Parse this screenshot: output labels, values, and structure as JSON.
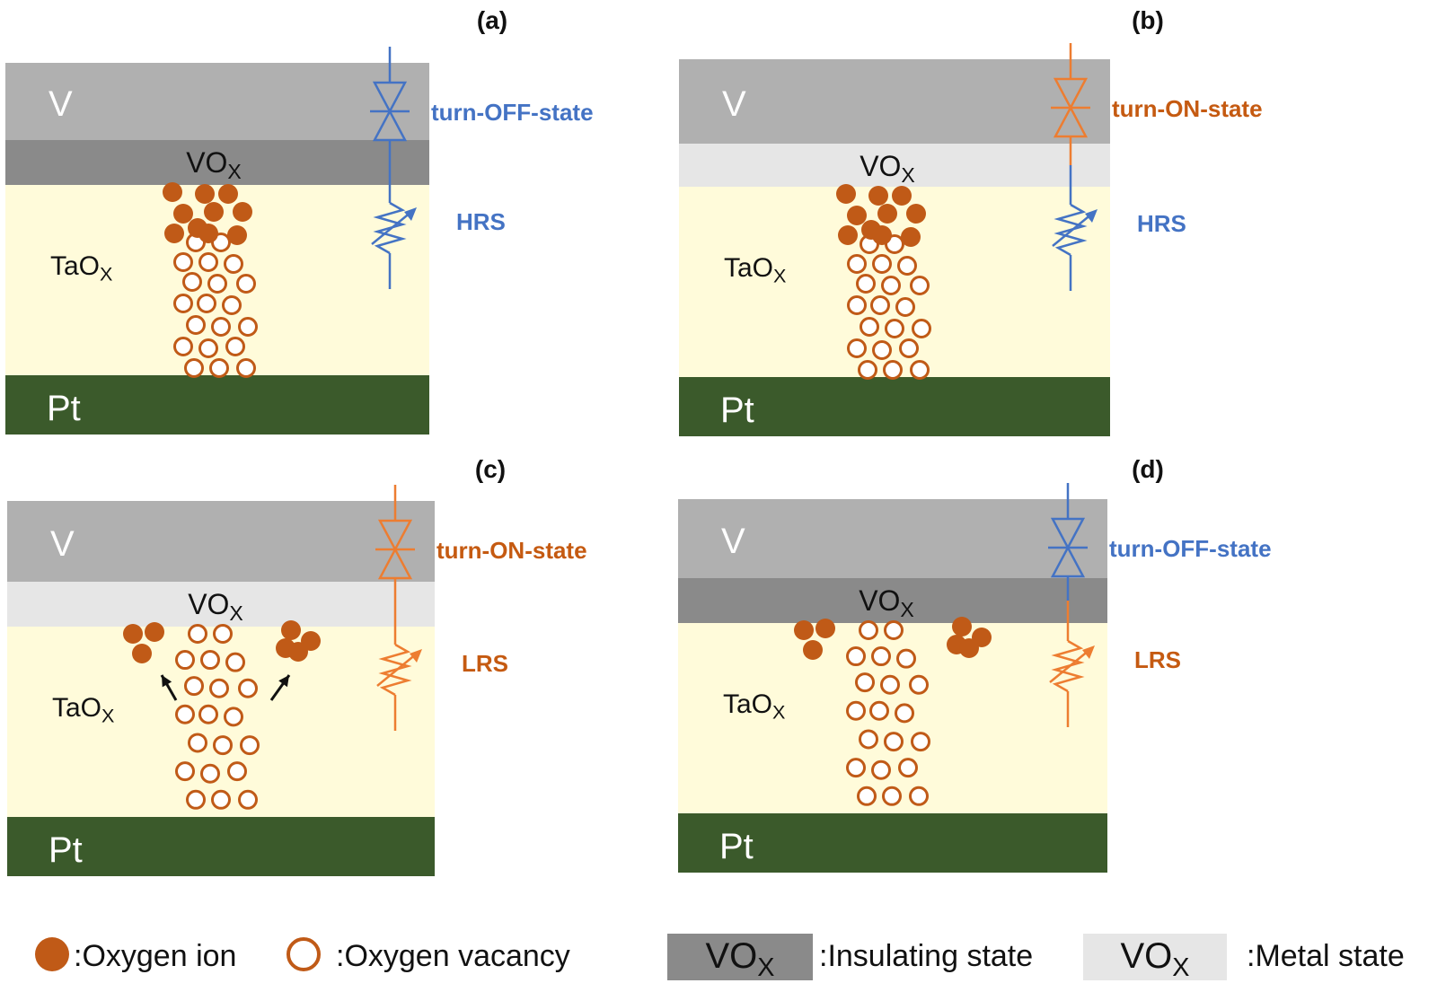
{
  "colors": {
    "v_layer": "#b0b0b0",
    "vox_insulating": "#8a8a8a",
    "vox_metal": "#e6e6e6",
    "taox": "#fffbda",
    "pt": "#3b5a2b",
    "ion": "#c05a17",
    "vacancy_stroke": "#c05a17",
    "blue": "#4473c4",
    "orange": "#ed7d31",
    "orange_text": "#c55a11"
  },
  "panels": [
    {
      "id": "a",
      "label": "(a)",
      "v_label": "V",
      "vox_label_main": "VO",
      "vox_label_sub": "X",
      "taox_label_main": "TaO",
      "taox_label_sub": "X",
      "pt_label": "Pt",
      "vox_state": "insulating",
      "switch_label": "turn-OFF-state",
      "switch_color": "blue",
      "resist_label": "HRS",
      "resist_color": "blue",
      "ion_layout": "cluster-top",
      "arrows": false
    },
    {
      "id": "b",
      "label": "(b)",
      "v_label": "V",
      "vox_label_main": "VO",
      "vox_label_sub": "X",
      "taox_label_main": "TaO",
      "taox_label_sub": "X",
      "pt_label": "Pt",
      "vox_state": "metal",
      "switch_label": "turn-ON-state",
      "switch_color": "orange",
      "resist_label": "HRS",
      "resist_color": "blue",
      "ion_layout": "cluster-top",
      "arrows": false
    },
    {
      "id": "c",
      "label": "(c)",
      "v_label": "V",
      "vox_label_main": "VO",
      "vox_label_sub": "X",
      "taox_label_main": "TaO",
      "taox_label_sub": "X",
      "pt_label": "Pt",
      "vox_state": "metal",
      "switch_label": "turn-ON-state",
      "switch_color": "orange",
      "resist_label": "LRS",
      "resist_color": "orange",
      "ion_layout": "split-sides",
      "arrows": true
    },
    {
      "id": "d",
      "label": "(d)",
      "v_label": "V",
      "vox_label_main": "VO",
      "vox_label_sub": "X",
      "taox_label_main": "TaO",
      "taox_label_sub": "X",
      "pt_label": "Pt",
      "vox_state": "insulating",
      "switch_label": "turn-OFF-state",
      "switch_color": "blue",
      "resist_label": "LRS",
      "resist_color": "orange",
      "ion_layout": "split-sides",
      "arrows": false
    }
  ],
  "legend": {
    "ion_label": ":Oxygen ion",
    "vacancy_label": ":Oxygen vacancy",
    "insulating_box_main": "VO",
    "insulating_box_sub": "X",
    "insulating_label": ":Insulating state",
    "metal_box_main": "VO",
    "metal_box_sub": "X",
    "metal_label": ":Metal state"
  }
}
